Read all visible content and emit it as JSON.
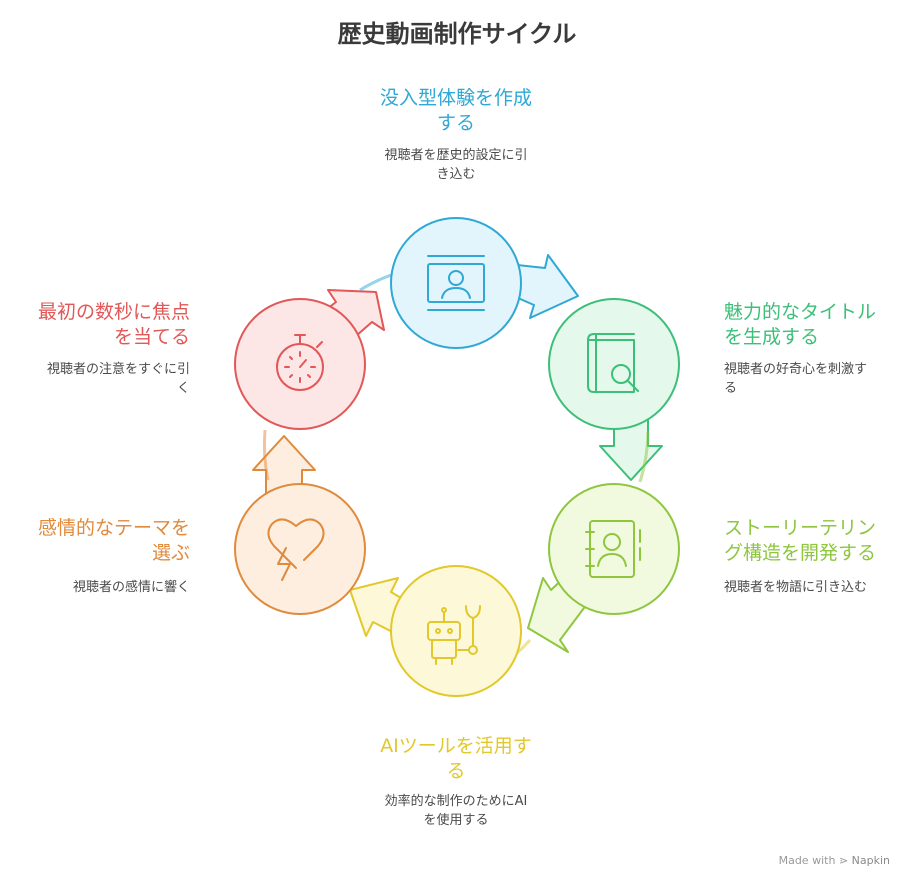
{
  "title": "歴史動画制作サイクル",
  "steps": [
    {
      "label_1": "没入型体験を作成",
      "label_2": "する",
      "desc_1": "視聴者を歴史的設定に引",
      "desc_2": "き込む",
      "icon": "video-user-icon",
      "color": "#2fa8d5",
      "fill": "#e2f5fc"
    },
    {
      "label_1": "魅力的なタイトル",
      "label_2": "を生成する",
      "desc_1": "視聴者の好奇心を刺激す",
      "desc_2": "る",
      "icon": "book-search-icon",
      "color": "#3cbf78",
      "fill": "#e5f8ec"
    },
    {
      "label_1": "ストーリーテリン",
      "label_2": "グ構造を開発する",
      "desc_1": "視聴者を物語に引き込む",
      "desc_2": "",
      "icon": "contact-book-icon",
      "color": "#8ec63f",
      "fill": "#f1fadf"
    },
    {
      "label_1": "AIツールを活用す",
      "label_2": "る",
      "desc_1": "効率的な制作のためにAI",
      "desc_2": "を使用する",
      "icon": "robot-wrench-icon",
      "color": "#e2c82a",
      "fill": "#fcf8d8"
    },
    {
      "label_1": "感情的なテーマを",
      "label_2": "選ぶ",
      "desc_1": "視聴者の感情に響く",
      "desc_2": "",
      "icon": "heart-bolt-icon",
      "color": "#e08a3c",
      "fill": "#fdeee0"
    },
    {
      "label_1": "最初の数秒に焦点",
      "label_2": "を当てる",
      "desc_1": "視聴者の注意をすぐに引",
      "desc_2": "く",
      "icon": "stopwatch-icon",
      "color": "#e25757",
      "fill": "#fde6e6"
    }
  ],
  "footer": {
    "made_with": "Made with",
    "brand": "Napkin"
  }
}
